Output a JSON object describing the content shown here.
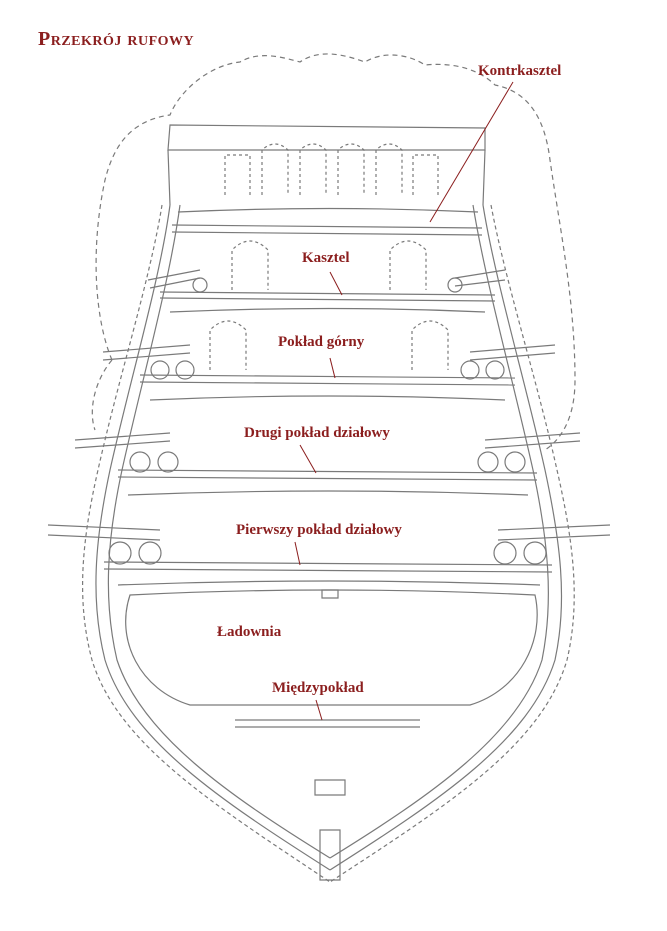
{
  "title": "Przekrój rufowy",
  "colors": {
    "accent": "#8b1e1e",
    "ink": "#6a6a6a"
  },
  "labels": {
    "kontrkasztel": "Kontrkasztel",
    "kasztel": "Kasztel",
    "poklad_gorny": "Pokład górny",
    "drugi_poklad": "Drugi pokład działowy",
    "pierwszy_poklad": "Pierwszy pokład działowy",
    "ladownia": "Ładownia",
    "miedzypoklad": "Międzypokład"
  }
}
